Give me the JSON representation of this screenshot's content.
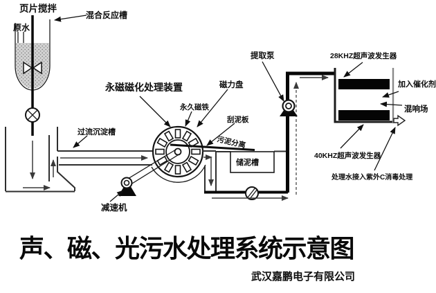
{
  "title": "声、磁、光污水处理系统示意图",
  "company": "武汉嘉鹏电子有限公司",
  "diagram": {
    "labels": {
      "stirrer": "页片搅拌",
      "mixing_tank": "混合反应槽",
      "raw_water": "原水",
      "overflow_tank": "过流沉淀槽",
      "magnet_device": "永磁磁化处理装置",
      "permanent_magnet": "永久磁铁",
      "magnetic_disk": "磁力盘",
      "scraper": "刮泥板",
      "sludge_separation": "污泥分离",
      "sludge_tank": "储泥槽",
      "reducer": "减速机",
      "pump": "提取泵",
      "gen_28khz": "28KHZ超声波发生器",
      "catalyst": "加入催化剂",
      "reverb_field": "混响场",
      "gen_40khz": "40KHZ超声波发生器",
      "uv_note": "处理水接入紫外C消毒处理"
    },
    "colors": {
      "ink": "#111111",
      "flow_arrow": "#3a3a3a",
      "tank_fill": "#d2d2d2",
      "generator_bar": "#050505"
    }
  }
}
